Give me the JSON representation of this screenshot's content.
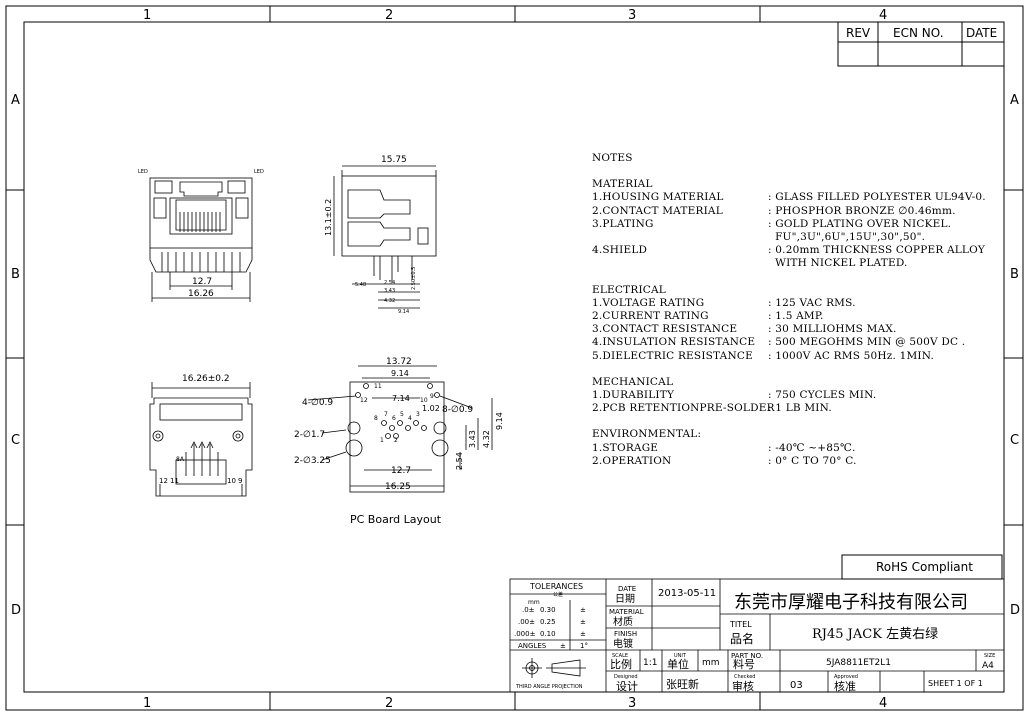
{
  "grid": {
    "columns": [
      "1",
      "2",
      "3",
      "4"
    ],
    "rows": [
      "A",
      "B",
      "C",
      "D"
    ]
  },
  "revision_block": {
    "rev": "REV",
    "ecn": "ECN NO.",
    "date": "DATE"
  },
  "notes": {
    "title": "NOTES",
    "sections": [
      {
        "heading": "MATERIAL",
        "items": [
          {
            "key": "1.HOUSING MATERIAL",
            "value": ": GLASS FILLED POLYESTER UL94V-0."
          },
          {
            "key": "2.CONTACT MATERIAL",
            "value": ": PHOSPHOR BRONZE ∅0.46mm."
          },
          {
            "key": "3.PLATING",
            "value": ": GOLD PLATING OVER NICKEL."
          },
          {
            "key": "",
            "value": "  FU\",3U\",6U\",15U\",30\",50\"."
          },
          {
            "key": "4.SHIELD",
            "value": ": 0.20mm THICKNESS COPPER ALLOY"
          },
          {
            "key": "",
            "value": "  WITH NICKEL PLATED."
          }
        ]
      },
      {
        "heading": "ELECTRICAL",
        "items": [
          {
            "key": "1.VOLTAGE RATING",
            "value": ": 125 VAC RMS."
          },
          {
            "key": "2.CURRENT RATING",
            "value": ": 1.5 AMP."
          },
          {
            "key": "3.CONTACT RESISTANCE",
            "value": ": 30 MILLIOHMS MAX."
          },
          {
            "key": "4.INSULATION RESISTANCE",
            "value": ": 500 MEGOHMS MIN @ 500V DC ."
          },
          {
            "key": "5.DIELECTRIC RESISTANCE",
            "value": ": 1000V AC RMS 50Hz. 1MIN."
          }
        ]
      },
      {
        "heading": "MECHANICAL",
        "items": [
          {
            "key": "1.DURABILITY",
            "value": ": 750 CYCLES MIN."
          },
          {
            "key": "2.PCB RETENTIONPRE-SOLDER",
            "value": ": 1 LB MIN."
          }
        ]
      },
      {
        "heading": "ENVIRONMENTAL:",
        "items": [
          {
            "key": "1.STORAGE",
            "value": ": -40℃ ~+85℃."
          },
          {
            "key": "2.OPERATION",
            "value": ": 0° C TO 70° C."
          }
        ]
      }
    ]
  },
  "views": {
    "front_top": {
      "led_left": "LED",
      "led_right": "LED",
      "dim_inner": "12.7",
      "dim_outer": "16.26"
    },
    "side": {
      "dim_top": "15.75",
      "dim_height": "13.1±0.2",
      "d1": "5.48",
      "d2": "2.54",
      "d3": "3.43",
      "d4": "4.32",
      "d5": "9.14",
      "d6": "2.50±0.5"
    },
    "front_bottom": {
      "dim_width": "16.26±0.2",
      "pin_12": "12",
      "pin_11": "11",
      "pin_10": "10",
      "pin_9": "9",
      "pin_8a": "8A"
    },
    "pcb": {
      "caption": "PC Board Layout",
      "d_13_72": "13.72",
      "d_9_14": "9.14",
      "d_7_14": "7.14",
      "d_1_02": "1.02",
      "d_12_7": "12.7",
      "d_16_25": "16.25",
      "d_2_54": "2.54",
      "d_3_43": "3.43",
      "d_4_32": "4.32",
      "d_9_14v": "9.14",
      "hole_4": "4-∅0.9",
      "hole_8": "8-∅0.9",
      "hole_2a": "2-∅1.7",
      "hole_2b": "2-∅3.25",
      "pin_labels": [
        "12",
        "11",
        "10",
        "9",
        "8",
        "7",
        "6",
        "5",
        "4",
        "3",
        "2",
        "1"
      ]
    }
  },
  "rohs": "RoHS Compliant",
  "title_block": {
    "tolerances": "TOLERANCES",
    "tol_cn": "公差",
    "mm": "mm",
    "tol_rows": [
      {
        "a": ".0±",
        "b": "0.30",
        "c": "±"
      },
      {
        "a": ".00±",
        "b": "0.25",
        "c": "±"
      },
      {
        "a": ".000±",
        "b": "0.10",
        "c": "±"
      }
    ],
    "angles": "ANGLES",
    "angles_pm": "±",
    "angles_val": "1°",
    "projection": "THIRD ANGLE PROJECTION",
    "date_label": "DATE",
    "date_cn": "日期",
    "date_value": "2013-05-11",
    "company": "东莞市厚耀电子科技有限公司",
    "material_label": "MATERIAL",
    "material_cn": "材质",
    "finish_label": "FINISH",
    "finish_cn": "电镀",
    "titel_label": "TITEL",
    "titel_cn": "品名",
    "title_value": "RJ45  JACK 左黄右绿",
    "scale_label": "SCALE",
    "scale_cn": "比例",
    "scale_value": "1:1",
    "unit_label": "UNIT",
    "unit_cn": "单位",
    "unit_value": "mm",
    "part_label": "PART NO.",
    "part_cn": "料号",
    "part_value": "5JA8811ET2L1",
    "size_label": "SIZE",
    "size_value": "A4",
    "designed_label": "Designed",
    "designed_cn": "设计",
    "designed_value": "张旺新",
    "checked_label": "Checked",
    "checked_cn": "审核",
    "checked_value": "03",
    "approved_label": "Approved",
    "approved_cn": "核准",
    "sheet": "SHEET 1 OF 1"
  },
  "colors": {
    "line": "#000000",
    "background": "#ffffff"
  }
}
